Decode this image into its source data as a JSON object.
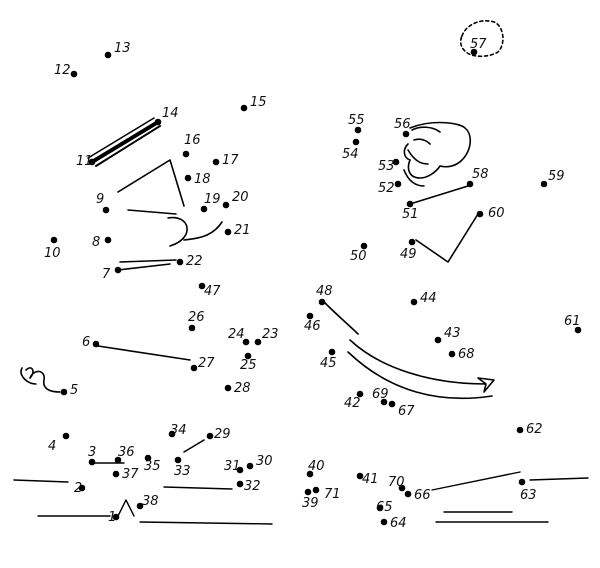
{
  "puzzle": {
    "type": "connect-the-dots",
    "total_points": 71,
    "points": [
      {
        "n": "1"
      },
      {
        "n": "2"
      },
      {
        "n": "3"
      },
      {
        "n": "4"
      },
      {
        "n": "5"
      },
      {
        "n": "6"
      },
      {
        "n": "7"
      },
      {
        "n": "8"
      },
      {
        "n": "9"
      },
      {
        "n": "10"
      },
      {
        "n": "11"
      },
      {
        "n": "12"
      },
      {
        "n": "13"
      },
      {
        "n": "14"
      },
      {
        "n": "15"
      },
      {
        "n": "16"
      },
      {
        "n": "17"
      },
      {
        "n": "18"
      },
      {
        "n": "19"
      },
      {
        "n": "20"
      },
      {
        "n": "21"
      },
      {
        "n": "22"
      },
      {
        "n": "23"
      },
      {
        "n": "24"
      },
      {
        "n": "25"
      },
      {
        "n": "26"
      },
      {
        "n": "27"
      },
      {
        "n": "28"
      },
      {
        "n": "29"
      },
      {
        "n": "30"
      },
      {
        "n": "31"
      },
      {
        "n": "32"
      },
      {
        "n": "33"
      },
      {
        "n": "34"
      },
      {
        "n": "35"
      },
      {
        "n": "36"
      },
      {
        "n": "37"
      },
      {
        "n": "38"
      },
      {
        "n": "39"
      },
      {
        "n": "40"
      },
      {
        "n": "41"
      },
      {
        "n": "42"
      },
      {
        "n": "43"
      },
      {
        "n": "44"
      },
      {
        "n": "45"
      },
      {
        "n": "46"
      },
      {
        "n": "47"
      },
      {
        "n": "48"
      },
      {
        "n": "49"
      },
      {
        "n": "50"
      },
      {
        "n": "51"
      },
      {
        "n": "52"
      },
      {
        "n": "53"
      },
      {
        "n": "54"
      },
      {
        "n": "55"
      },
      {
        "n": "56"
      },
      {
        "n": "57"
      },
      {
        "n": "58"
      },
      {
        "n": "59"
      },
      {
        "n": "60"
      },
      {
        "n": "61"
      },
      {
        "n": "62"
      },
      {
        "n": "63"
      },
      {
        "n": "64"
      },
      {
        "n": "65"
      },
      {
        "n": "66"
      },
      {
        "n": "67"
      },
      {
        "n": "68"
      },
      {
        "n": "69"
      },
      {
        "n": "70"
      },
      {
        "n": "71"
      }
    ]
  },
  "colors": {
    "ink": "#000000",
    "paper": "#ffffff"
  }
}
